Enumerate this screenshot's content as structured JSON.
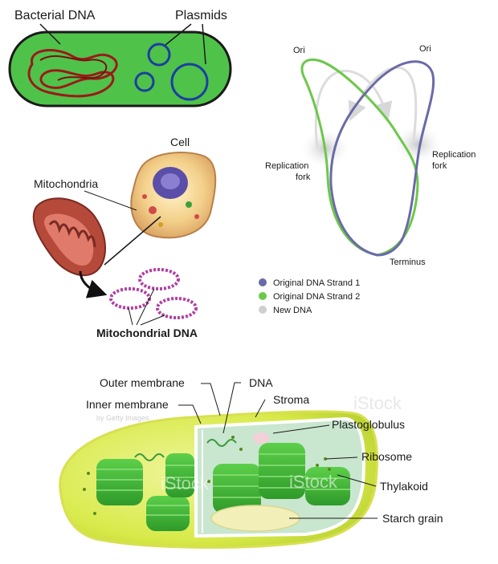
{
  "bacteria": {
    "label_dna": "Bacterial DNA",
    "label_plasmids": "Plasmids"
  },
  "mito": {
    "label_cell": "Cell",
    "label_mitochondria": "Mitochondria",
    "label_mtdna": "Mitochondrial  DNA"
  },
  "replication": {
    "ori_left": "Ori",
    "ori_right": "Ori",
    "fork_left_1": "Replication",
    "fork_left_2": "fork",
    "fork_right_1": "Replication",
    "fork_right_2": "fork",
    "terminus": "Terminus",
    "legend": [
      {
        "label": "Original DNA Strand 1",
        "color": "#6a6aa8"
      },
      {
        "label": "Original DNA Strand 2",
        "color": "#6cc84a"
      },
      {
        "label": "New DNA",
        "color": "#cfcfcf"
      }
    ]
  },
  "chloroplast": {
    "outer_membrane": "Outer membrane",
    "inner_membrane": "Inner membrane",
    "dna": "DNA",
    "stroma": "Stroma",
    "plastoglobulus": "Plastoglobulus",
    "ribosome": "Ribosome",
    "thylakoid": "Thylakoid",
    "starch_grain": "Starch grain",
    "watermark": "iStock",
    "watermark_sub": "by Getty Images"
  }
}
